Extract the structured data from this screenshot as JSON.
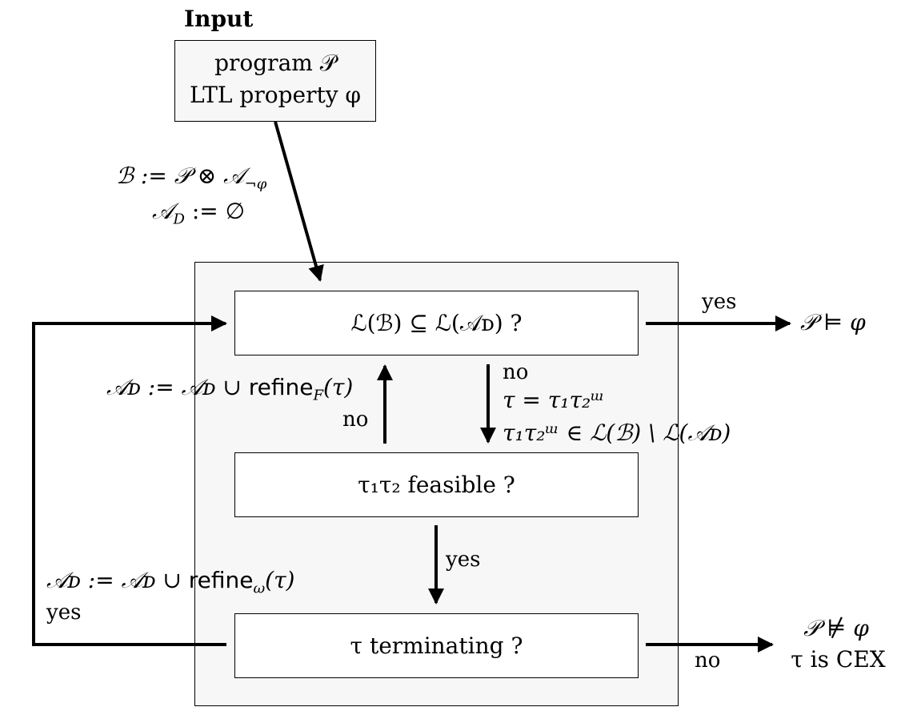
{
  "input": {
    "title": "Input",
    "line1": "program 𝒫",
    "line2": "LTL property φ"
  },
  "init": {
    "line1": "ℬ := 𝒫 ⊗ 𝒜",
    "line1_sub": "¬φ",
    "line2": "𝒜",
    "line2_sub": "D",
    "line2_rest": " := ∅"
  },
  "boxes": {
    "inclusion": "ℒ(ℬ) ⊆ ℒ(𝒜ᴅ) ?",
    "feasible": "τ₁τ₂ feasible ?",
    "terminating": "τ terminating ?"
  },
  "edges": {
    "inclusion_yes": "yes",
    "inclusion_no": "no",
    "tau_def": "τ = τ₁τ₂ᵚ",
    "tau_member": "τ₁τ₂ᵚ ∈ ℒ(ℬ) \\ ℒ(𝒜ᴅ)",
    "feasible_no": "no",
    "feasible_yes": "yes",
    "refine_F_pre": "𝒜ᴅ := 𝒜ᴅ ∪ ",
    "refine_F_word": "refine",
    "refine_F_sub": "F",
    "refine_F_post": "(τ)",
    "refine_w_pre": "𝒜ᴅ := 𝒜ᴅ ∪ ",
    "refine_w_word": "refine",
    "refine_w_sub": "ω",
    "refine_w_post": "(τ)",
    "terminating_yes": "yes",
    "terminating_no": "no"
  },
  "outcomes": {
    "satisfies": "𝒫 ⊨ φ",
    "violates": "𝒫 ⊭ φ",
    "cex": "τ is CEX"
  }
}
